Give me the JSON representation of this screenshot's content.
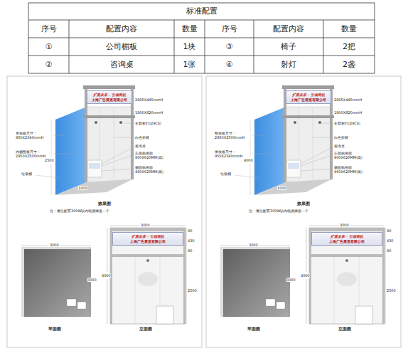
{
  "diagram": {
    "title": "标准配置",
    "nodes": [
      {
        "text": [
          "扩展未来 · 引领商机",
          "上海广告展览有限公司"
        ]
      },
      {
        "text": [
          "扩展未来 · 引领商机",
          "上海广告展览有限公司"
        ]
      },
      {
        "text": [
          "扩展未来 · 引领商机",
          "上海广告展览有限公司"
        ]
      },
      {
        "text": [
          "扩展未来 · 引领商机",
          "上海广告展览有限公司"
        ]
      }
    ],
    "labels": [
      "序号",
      "配置内容",
      "数量",
      "序号",
      "配置内容",
      "数量",
      "①",
      "公司楣板",
      "1块",
      "③",
      "椅子",
      "2把",
      "②",
      "咨询桌",
      "1张",
      "④",
      "射灯",
      "2盏",
      "2895X445mmH",
      "1800X820mmH",
      "长臂射灯(29CS)",
      "单块板尺寸：950X2340mmH",
      "内侧整板尺寸：2950X2500mmH",
      "2500",
      "白色折椅",
      "咨询桌",
      "正面贴画面 900X620MM(高)",
      "侧面贴画面 460X620MM(高)",
      "垃圾桶",
      "1000",
      "效果图",
      "注：展位配有300W以内电源插座一个",
      "3000",
      "3000",
      "平面图",
      "3000",
      "90",
      "430",
      "90",
      "4000",
      "2500",
      "立面图",
      "2895X445mmH",
      "1800X820mmH",
      "长臂射灯(29CS)",
      "整块板尺寸：2950X2500mmH",
      "单块板尺寸：950X2340mmH",
      "4000",
      "白色折椅",
      "咨询桌",
      "正面贴画面 900X620MM(高)",
      "侧面贴画面 460X620MM(高)",
      "垃圾桶",
      "1000",
      "效果图",
      "注：展位配有300W以内电源插座一个",
      "3000",
      "3000",
      "平面图",
      "3000",
      "90",
      "430",
      "90",
      "4000",
      "2500",
      "立面图"
    ]
  }
}
